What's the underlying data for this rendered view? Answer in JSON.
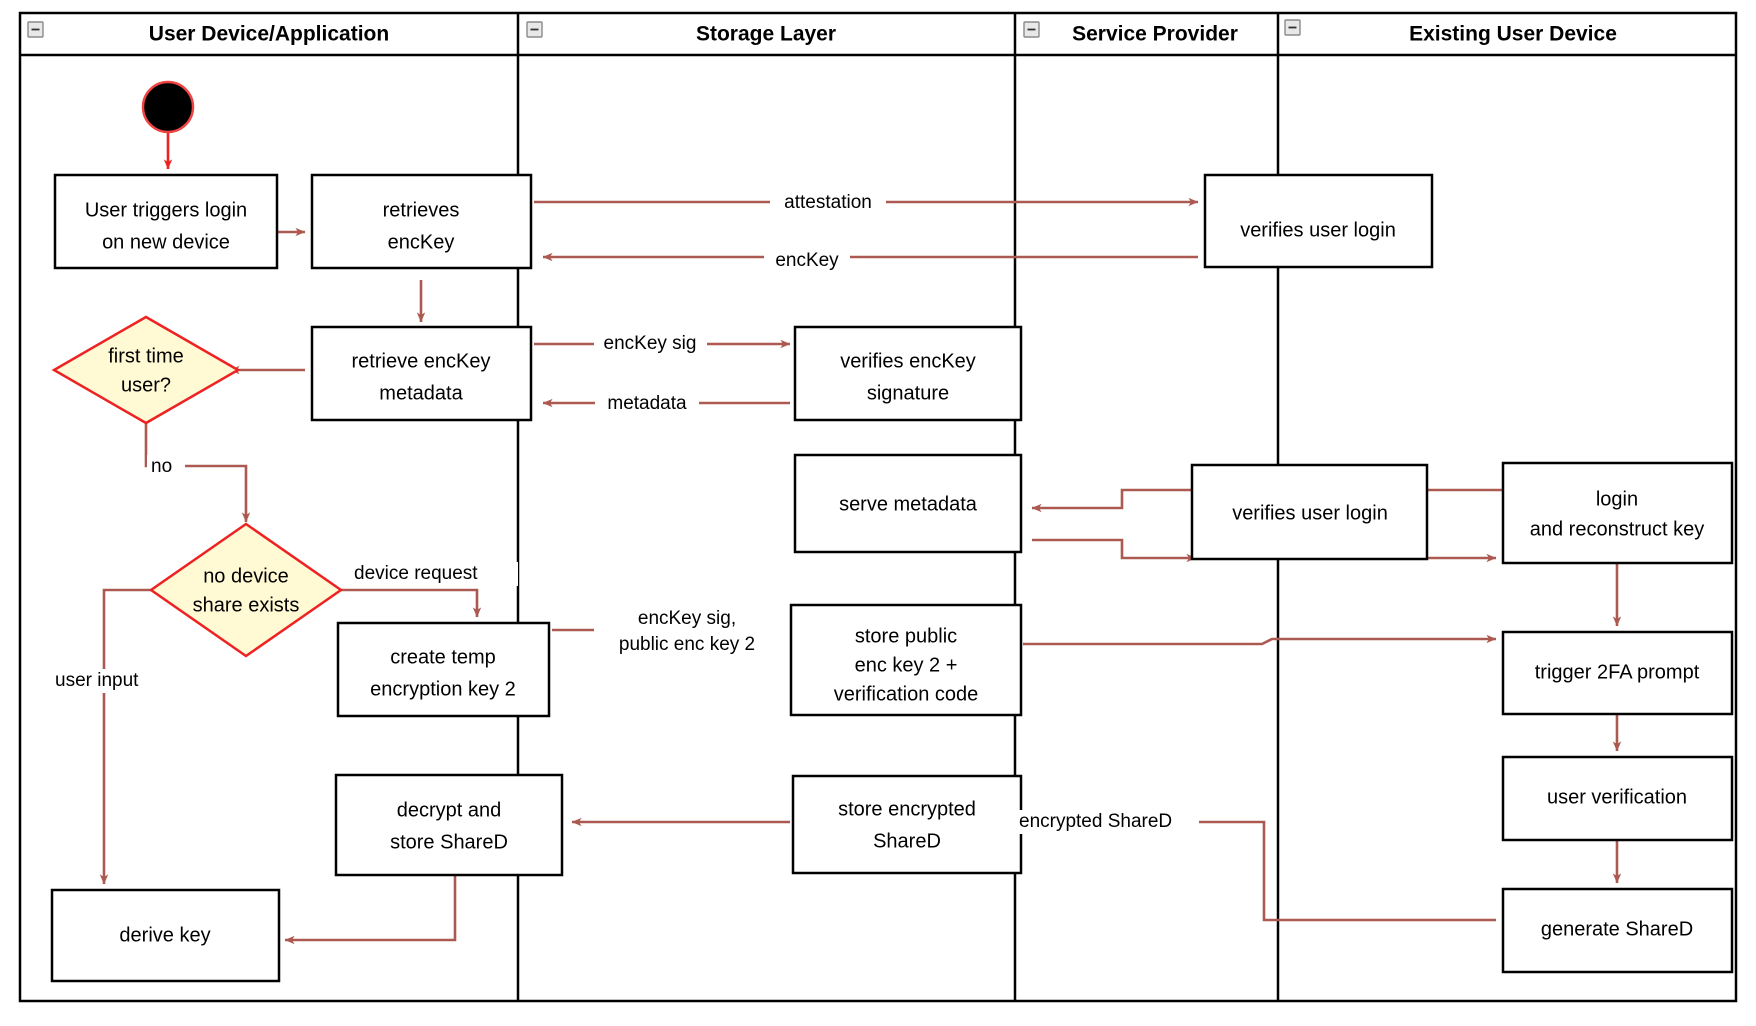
{
  "diagram": {
    "type": "uml-activity-swimlane",
    "title": "Key recovery / device onboarding activity diagram",
    "palette": {
      "edge": "#ac5a51",
      "start_edge": "#ee2222",
      "decision_fill": "#fff9d4",
      "decision_stroke": "#ee2222",
      "node_fill": "#ffffff",
      "node_stroke": "#000000",
      "background": "#ffffff",
      "collapse_icon_fill": "#e8e8e8"
    },
    "lanes": [
      {
        "id": "lane-user-device",
        "label": "User Device/Application",
        "collapse_icon": "minus-box-icon"
      },
      {
        "id": "lane-storage",
        "label": "Storage Layer",
        "collapse_icon": "minus-box-icon"
      },
      {
        "id": "lane-service-provider",
        "label": "Service Provider",
        "collapse_icon": "minus-box-icon"
      },
      {
        "id": "lane-existing-device",
        "label": "Existing User Device",
        "collapse_icon": "minus-box-icon"
      }
    ],
    "nodes": [
      {
        "id": "start",
        "shape": "initial-node",
        "lane": "lane-user-device",
        "label": ""
      },
      {
        "id": "n1",
        "shape": "action",
        "lane": "lane-user-device",
        "label": "User triggers login\non new device",
        "line1": "User triggers login",
        "line2": "on new device"
      },
      {
        "id": "n2",
        "shape": "action",
        "lane": "lane-user-device",
        "label": "retrieves\nencKey",
        "line1": "retrieves",
        "line2": "encKey"
      },
      {
        "id": "n3",
        "shape": "action",
        "lane": "lane-user-device",
        "label": "retrieve encKey\nmetadata",
        "line1": "retrieve encKey",
        "line2": "metadata"
      },
      {
        "id": "d1",
        "shape": "decision",
        "lane": "lane-user-device",
        "label": "first time\nuser?",
        "line1": "first time",
        "line2": "user?"
      },
      {
        "id": "d2",
        "shape": "decision",
        "lane": "lane-user-device",
        "label": "no device\nshare exists",
        "line1": "no device",
        "line2": "share exists"
      },
      {
        "id": "n4",
        "shape": "action",
        "lane": "lane-user-device",
        "label": "create temp\nencryption key 2",
        "line1": "create temp",
        "line2": "encryption key 2"
      },
      {
        "id": "n5",
        "shape": "action",
        "lane": "lane-user-device",
        "label": "decrypt and\nstore ShareD",
        "line1": "decrypt and",
        "line2": "store ShareD"
      },
      {
        "id": "n6",
        "shape": "action",
        "lane": "lane-user-device",
        "label": "derive key",
        "line1": "derive key",
        "line2": ""
      },
      {
        "id": "s1",
        "shape": "action",
        "lane": "lane-storage",
        "label": "verifies encKey\nsignature",
        "line1": "verifies encKey",
        "line2": "signature"
      },
      {
        "id": "s2",
        "shape": "action",
        "lane": "lane-storage",
        "label": "serve metadata",
        "line1": "serve metadata",
        "line2": ""
      },
      {
        "id": "s3",
        "shape": "action",
        "lane": "lane-storage",
        "label": "store public\nenc key 2 +\nverification code",
        "line1": "store public",
        "line2": "enc key 2 +",
        "line3": "verification code"
      },
      {
        "id": "s4",
        "shape": "action",
        "lane": "lane-storage",
        "label": "store encrypted\nShareD",
        "line1": "store encrypted",
        "line2": "ShareD"
      },
      {
        "id": "p1",
        "shape": "action",
        "lane": "lane-service-provider",
        "label": "verifies user login",
        "line1": "verifies user login",
        "line2": ""
      },
      {
        "id": "p2",
        "shape": "action",
        "lane": "lane-service-provider",
        "label": "verifies user login",
        "line1": "verifies user login",
        "line2": ""
      },
      {
        "id": "e1",
        "shape": "action",
        "lane": "lane-existing-device",
        "label": "login\nand reconstruct key",
        "line1": "login",
        "line2": "and reconstruct key"
      },
      {
        "id": "e2",
        "shape": "action",
        "lane": "lane-existing-device",
        "label": "trigger 2FA prompt",
        "line1": "trigger 2FA prompt",
        "line2": ""
      },
      {
        "id": "e3",
        "shape": "action",
        "lane": "lane-existing-device",
        "label": "user verification",
        "line1": "user verification",
        "line2": ""
      },
      {
        "id": "e4",
        "shape": "action",
        "lane": "lane-existing-device",
        "label": "generate ShareD",
        "line1": "generate ShareD",
        "line2": ""
      }
    ],
    "edge_labels": [
      {
        "id": "lbl-attestation",
        "text": "attestation",
        "from": "n2",
        "to": "p1"
      },
      {
        "id": "lbl-enckey",
        "text": "encKey",
        "from": "p1",
        "to": "n2"
      },
      {
        "id": "lbl-enckey-sig",
        "text": "encKey sig",
        "from": "n3",
        "to": "s1"
      },
      {
        "id": "lbl-metadata",
        "text": "metadata",
        "from": "s1",
        "to": "n3"
      },
      {
        "id": "lbl-no",
        "text": "no",
        "from": "d1",
        "to": "d2"
      },
      {
        "id": "lbl-device-request",
        "text": "device request",
        "from": "d2",
        "to": "n4"
      },
      {
        "id": "lbl-user-input",
        "text": "user input",
        "from": "d2",
        "to": "n6"
      },
      {
        "id": "lbl-enckey-sig-pubkey-1",
        "text": "encKey sig,",
        "from": "n4",
        "to": "s3"
      },
      {
        "id": "lbl-enckey-sig-pubkey-2",
        "text": "public enc key 2",
        "from": "n4",
        "to": "s3"
      },
      {
        "id": "lbl-encrypted-shared",
        "text": "encrypted ShareD",
        "from": "e4",
        "to": "s4"
      }
    ]
  }
}
